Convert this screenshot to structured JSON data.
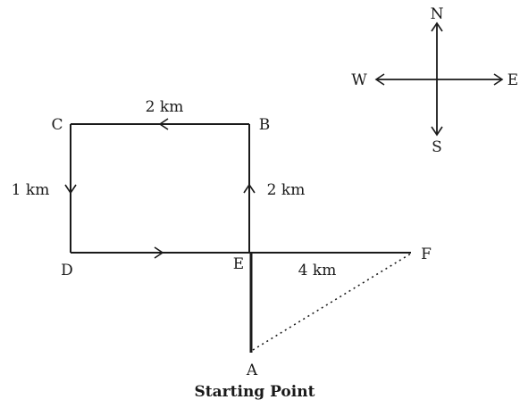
{
  "points": {
    "A": "A",
    "B": "B",
    "C": "C",
    "D": "D",
    "E": "E",
    "F": "F"
  },
  "distances": {
    "cb": "2 km",
    "dc": "1 km",
    "eb": "2 km",
    "ef": "4 km"
  },
  "compass": {
    "north": "N",
    "south": "S",
    "east": "E",
    "west": "W"
  },
  "caption": "Starting Point"
}
